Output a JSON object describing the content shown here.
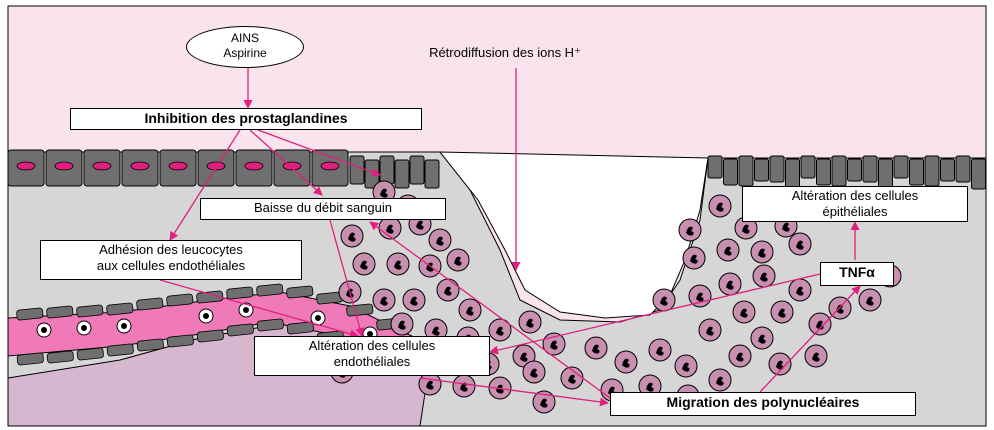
{
  "colors": {
    "lumen": "#f9e4ee",
    "tissue": "#d6d6d6",
    "epithelium": "#6f6f6f",
    "nucleus": "#e0207f",
    "cell": "#c890b0",
    "arrow": "#e0207f",
    "vessel": "#f07ab8",
    "vessel_inner": "#d7b6d0"
  },
  "labels": {
    "ains": "AINS",
    "aspirine": "Aspirine",
    "inhibition": "Inhibition des prostaglandines",
    "retrodiffusion": "Rétrodiffusion des ions H⁺",
    "baisse": "Baisse du débit sanguin",
    "adhesion_1": "Adhésion des leucocytes",
    "adhesion_2": "aux cellules endothéliales",
    "alt_epi_1": "Altération des cellules",
    "alt_epi_2": "épithéliales",
    "tnf": "TNFα",
    "alt_endo_1": "Altération des cellules",
    "alt_endo_2": "endothéliales",
    "migration": "Migration des polynucléaires"
  }
}
